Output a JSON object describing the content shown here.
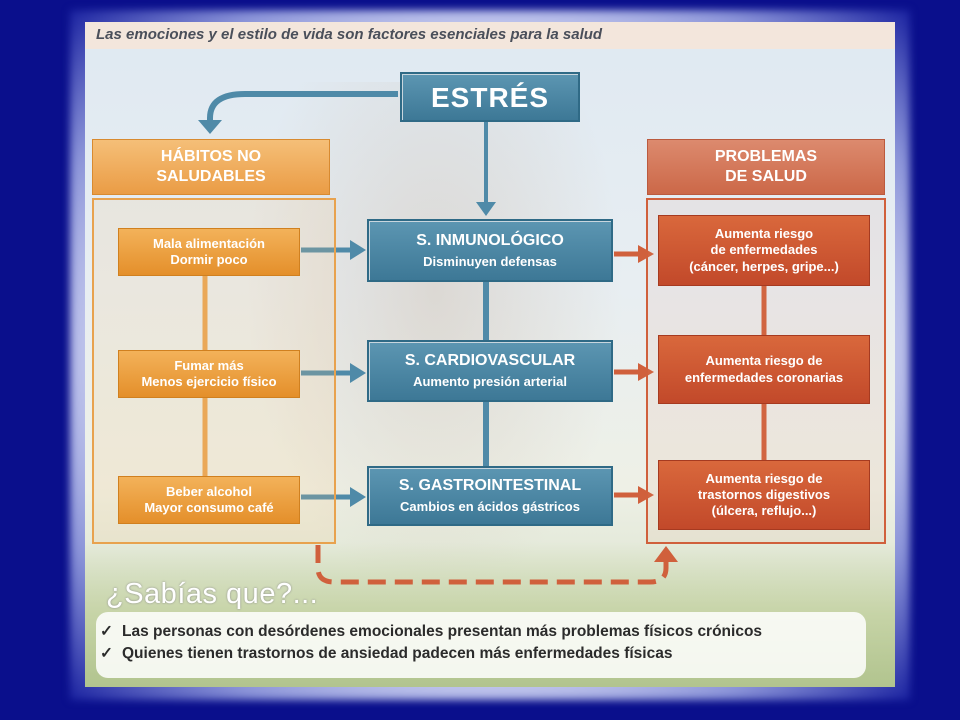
{
  "title": "Las emociones y el estilo de vida son factores esenciales para la salud",
  "stress": {
    "label": "ESTRÉS"
  },
  "left_header": {
    "line1": "HÁBITOS NO",
    "line2": "SALUDABLES"
  },
  "right_header": {
    "line1": "PROBLEMAS",
    "line2": "DE SALUD"
  },
  "habits": [
    {
      "line1": "Mala alimentación",
      "line2": "Dormir poco"
    },
    {
      "line1": "Fumar más",
      "line2": "Menos ejercicio físico"
    },
    {
      "line1": "Beber alcohol",
      "line2": "Mayor consumo café"
    }
  ],
  "systems": [
    {
      "name": "S. INMUNOLÓGICO",
      "effect": "Disminuyen defensas"
    },
    {
      "name": "S. CARDIOVASCULAR",
      "effect": "Aumento presión arterial"
    },
    {
      "name": "S. GASTROINTESTINAL",
      "effect": "Cambios en ácidos gástricos"
    }
  ],
  "problems": [
    {
      "line1": "Aumenta riesgo",
      "line2": "de enfermedades",
      "line3": "(cáncer, herpes, gripe...)"
    },
    {
      "line1": "Aumenta riesgo de",
      "line2": "enfermedades coronarias",
      "line3": ""
    },
    {
      "line1": "Aumenta riesgo de",
      "line2": "trastornos digestivos",
      "line3": "(úlcera, reflujo...)"
    }
  ],
  "did_you_know": {
    "heading": "¿Sabías que?...",
    "check_symbol": "✓",
    "facts": [
      "Las personas con desórdenes emocionales presentan más problemas físicos crónicos",
      "Quienes tienen trastornos de ansiedad padecen más enfermedades físicas"
    ]
  },
  "colors": {
    "background": "#0a0f8c",
    "system_blue": "#3d7896",
    "habit_orange": "#e48f2a",
    "problem_red": "#c2492a",
    "connector_blue": "#4f8aa8",
    "connector_orange": "#e8a24e",
    "connector_red": "#d0603c"
  }
}
